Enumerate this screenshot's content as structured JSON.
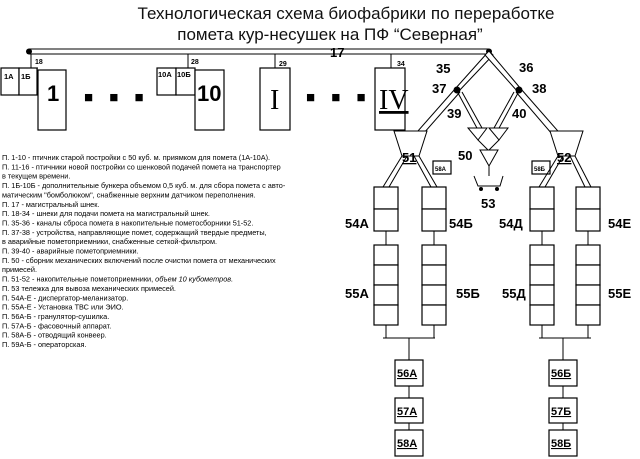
{
  "title": {
    "line1": "Технологическая схема биофабрики по переработке",
    "line2": "помета кур-несушек на ПФ “Северная”"
  },
  "houses": {
    "h1a": "1А",
    "h1b": "1Б",
    "h1": "1",
    "dots1": "■ ■ ■",
    "h10a": "10А",
    "h10b": "10Б",
    "h10": "10",
    "hI": "I",
    "dots2": "■ ■ ■",
    "hIV": "IV"
  },
  "labels": {
    "conveyor": "17",
    "auger18": "18",
    "auger28": "28",
    "auger29": "29",
    "auger34": "34",
    "ch35": "35",
    "ch36": "36",
    "dev37": "37",
    "dev38": "38",
    "em39": "39",
    "em40": "40",
    "col50": "50",
    "cart53": "53",
    "hop51": "51",
    "hop52": "52",
    "c58a": "58А",
    "c58b": "58Б",
    "d54a": "54А",
    "d54b": "54Б",
    "d54d": "54Д",
    "d54e": "54Е",
    "s55a": "55А",
    "s55b": "55Б",
    "s55d": "55Д",
    "s55e": "55Е",
    "g56a": "56А",
    "g56b": "56Б",
    "p57a": "57А",
    "p57b": "57Б",
    "o58a": "58А",
    "o58b": "58Б"
  },
  "legend": [
    "П. 1-10 - птичник старой постройки с 50 куб. м. приямком для помета (1А-10А).",
    "П. 11-16 - птичники новой постройки со шенковой подачей помета на транспортер",
    "в текущем времени.",
    "П. 1Б-10Б - дополнительные бункера объемом 0,5 куб. м. для сбора помета с авто-",
    "матическим \"бомболюком\", снабженные верхним датчиком переполнения.",
    "П. 17 - магистральный шнек.",
    "П. 18-34 - шнеки для подачи помета на магистральный шнек.",
    "П. 35-36 - каналы сброса помета в накопительные пометосборники 51-52.",
    "П. 37-38 - устройства, направляющие помет, содержащий твердые предметы,",
    "в аварийные пометоприемники, снабженные сеткой-фильтром.",
    "П. 39-40 - аварийные пометоприемники.",
    "П. 50 - сборник механических включений после очистки помета от механических",
    "примесей.",
    "П. 51-52 - накопительные пометоприемники,",
    "П. 53 тележка для вывоза механических примесей.",
    "П. 54А-Е - диспергатор-меланизатор.",
    "П. 55А-Е - Установка ТВС или ЭИО.",
    "П. 56А-Б - гранулятор-сушилка.",
    "П. 57А-Б - фасовочный аппарат.",
    "П. 58А-Б - отводящий конвеер.",
    "П. 59А-Б - операторская."
  ],
  "legend_italic": "объем 10 кубометров."
}
